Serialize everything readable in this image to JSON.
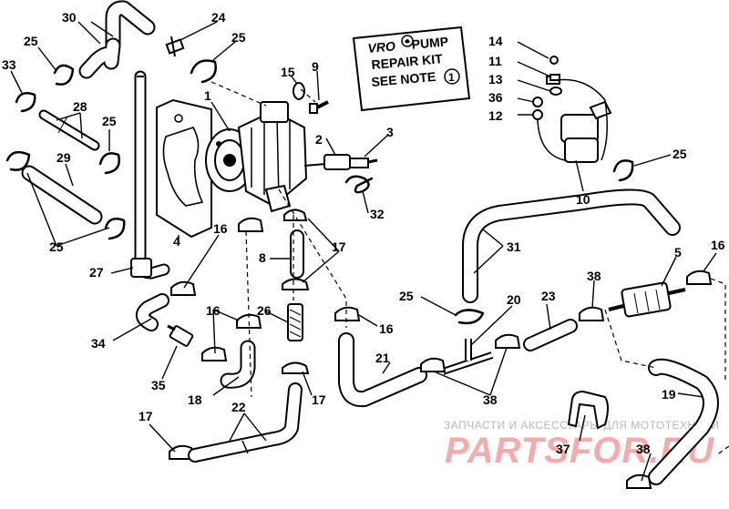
{
  "note": {
    "brand": "VRO",
    "line1_suffix": "PUMP",
    "line2": "REPAIR KIT",
    "line3": "SEE NOTE",
    "circle_number": "1"
  },
  "watermark": {
    "line1": "ЗАПЧАСТИ И АКСЕССУАРЫ ДЛЯ МОТОТЕХНИКИ",
    "line2": "PARTSFOR.RU"
  },
  "callouts": [
    {
      "id": "c30",
      "label": "30"
    },
    {
      "id": "c24",
      "label": "24"
    },
    {
      "id": "c25a",
      "label": "25"
    },
    {
      "id": "c25b",
      "label": "25"
    },
    {
      "id": "c33",
      "label": "33"
    },
    {
      "id": "c15",
      "label": "15"
    },
    {
      "id": "c9",
      "label": "9"
    },
    {
      "id": "c1",
      "label": "1"
    },
    {
      "id": "c28",
      "label": "28"
    },
    {
      "id": "c25c",
      "label": "25"
    },
    {
      "id": "c29",
      "label": "29"
    },
    {
      "id": "c2",
      "label": "2"
    },
    {
      "id": "c3",
      "label": "3"
    },
    {
      "id": "c32",
      "label": "32"
    },
    {
      "id": "c25d",
      "label": "25"
    },
    {
      "id": "c16a",
      "label": "16"
    },
    {
      "id": "c4",
      "label": "4"
    },
    {
      "id": "c17a",
      "label": "17"
    },
    {
      "id": "c8",
      "label": "8"
    },
    {
      "id": "c27",
      "label": "27"
    },
    {
      "id": "c14",
      "label": "14"
    },
    {
      "id": "c11",
      "label": "11"
    },
    {
      "id": "c13",
      "label": "13"
    },
    {
      "id": "c36",
      "label": "36"
    },
    {
      "id": "c12",
      "label": "12"
    },
    {
      "id": "c10",
      "label": "10"
    },
    {
      "id": "c25e",
      "label": "25"
    },
    {
      "id": "c31",
      "label": "31"
    },
    {
      "id": "c5",
      "label": "5"
    },
    {
      "id": "c16b",
      "label": "16"
    },
    {
      "id": "c38a",
      "label": "38"
    },
    {
      "id": "c23",
      "label": "23"
    },
    {
      "id": "c25f",
      "label": "25"
    },
    {
      "id": "c20",
      "label": "20"
    },
    {
      "id": "c16c",
      "label": "16"
    },
    {
      "id": "c26",
      "label": "26"
    },
    {
      "id": "c16d",
      "label": "16"
    },
    {
      "id": "c34",
      "label": "34"
    },
    {
      "id": "c35",
      "label": "35"
    },
    {
      "id": "c21",
      "label": "21"
    },
    {
      "id": "c18",
      "label": "18"
    },
    {
      "id": "c17b",
      "label": "17"
    },
    {
      "id": "c38b",
      "label": "38"
    },
    {
      "id": "c22",
      "label": "22"
    },
    {
      "id": "c19",
      "label": "19"
    },
    {
      "id": "c17c",
      "label": "17"
    },
    {
      "id": "c37",
      "label": "37"
    },
    {
      "id": "c38c",
      "label": "38"
    }
  ]
}
